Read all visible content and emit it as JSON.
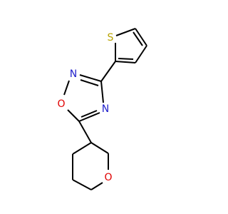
{
  "atoms": {
    "sulfur": {
      "label": "S",
      "color": "#b8a200"
    },
    "ring_oxygen_1": {
      "label": "O",
      "color": "#e00000"
    },
    "ring_nitrogen_2": {
      "label": "N",
      "color": "#2222cc"
    },
    "ring_nitrogen_4": {
      "label": "N",
      "color": "#2222cc"
    },
    "pyran_oxygen": {
      "label": "O",
      "color": "#e00000"
    }
  },
  "colors": {
    "bond": "#000000",
    "background": "#ffffff"
  }
}
